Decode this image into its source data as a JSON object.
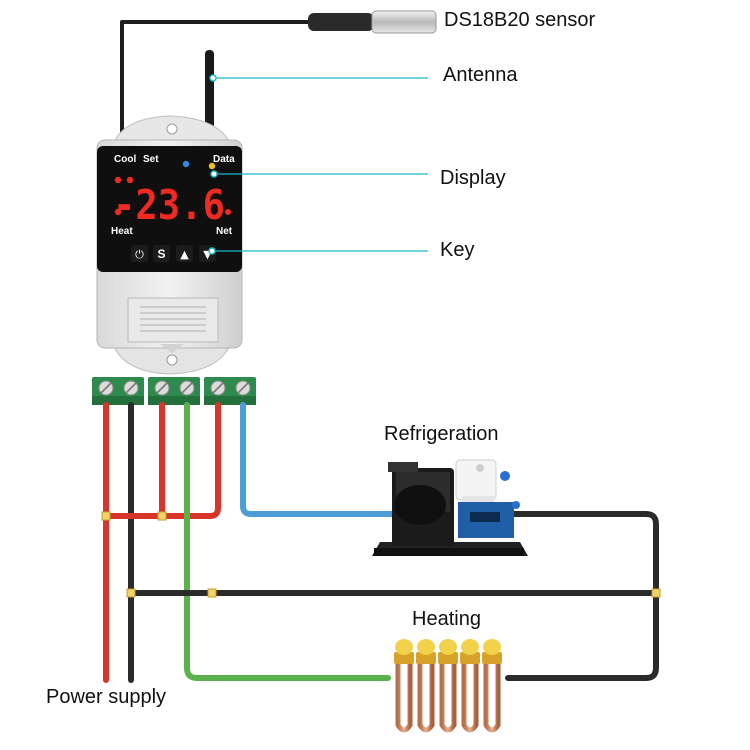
{
  "callouts": {
    "sensor": "DS18B20 sensor",
    "antenna": "Antenna",
    "display": "Display",
    "key": "Key",
    "refrigeration": "Refrigeration",
    "heating": "Heating",
    "power_supply": "Power supply"
  },
  "panel": {
    "cool": "Cool",
    "set": "Set",
    "data": "Data",
    "heat": "Heat",
    "net": "Net",
    "reading": "-23.6",
    "keys": [
      {
        "name": "power-icon",
        "glyph": "⏻"
      },
      {
        "name": "set-key",
        "glyph": "S"
      },
      {
        "name": "up-arrow-icon",
        "glyph": "▲"
      },
      {
        "name": "down-arrow-icon",
        "glyph": "▼"
      }
    ]
  },
  "wire_colors": {
    "sensor": "#1e1e1e",
    "red": "#d8352a",
    "black": "#2b2b2b",
    "green": "#59b24c",
    "blue": "#4d9ed6"
  }
}
